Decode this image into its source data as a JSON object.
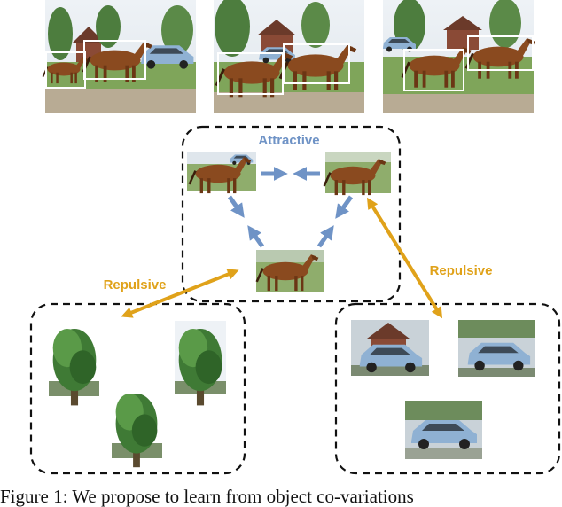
{
  "labels": {
    "attractive": "Attractive",
    "repulsive_left": "Repulsive",
    "repulsive_right": "Repulsive"
  },
  "caption": "Figure 1: We propose to learn from object co-variations",
  "colors": {
    "attractive": "#6f93c6",
    "repulsive": "#e0a21a",
    "dashed_box": "#111111",
    "bbox": "#ffffff"
  },
  "icons": {
    "horse": "horse-photo",
    "tree": "tree-photo",
    "car": "car-photo",
    "frame": "video-frame-photo"
  }
}
